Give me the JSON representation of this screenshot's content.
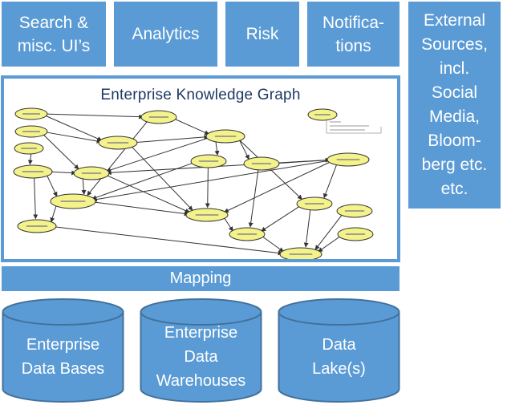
{
  "top_boxes": {
    "search": "Search &\nmisc. UI’s",
    "analytics": "Analytics",
    "risk": "Risk",
    "notifications": "Notifica-\ntions"
  },
  "external_sources": "External\nSources,\nincl.\nSocial\nMedia,\nBloom-\nberg etc.\netc.",
  "graph": {
    "title": "Enterprise Knowledge Graph"
  },
  "mapping": "Mapping",
  "stores": {
    "databases": "Enterprise\nData Bases",
    "warehouses": "Enterprise\nData\nWarehouses",
    "lake": "Data\nLake(s)"
  },
  "colors": {
    "box_fill": "#5b9bd5",
    "box_text": "#ffffff",
    "cylinder_stroke": "#41719c",
    "node_fill": "#f4f28a",
    "title_color": "#1f3864"
  }
}
